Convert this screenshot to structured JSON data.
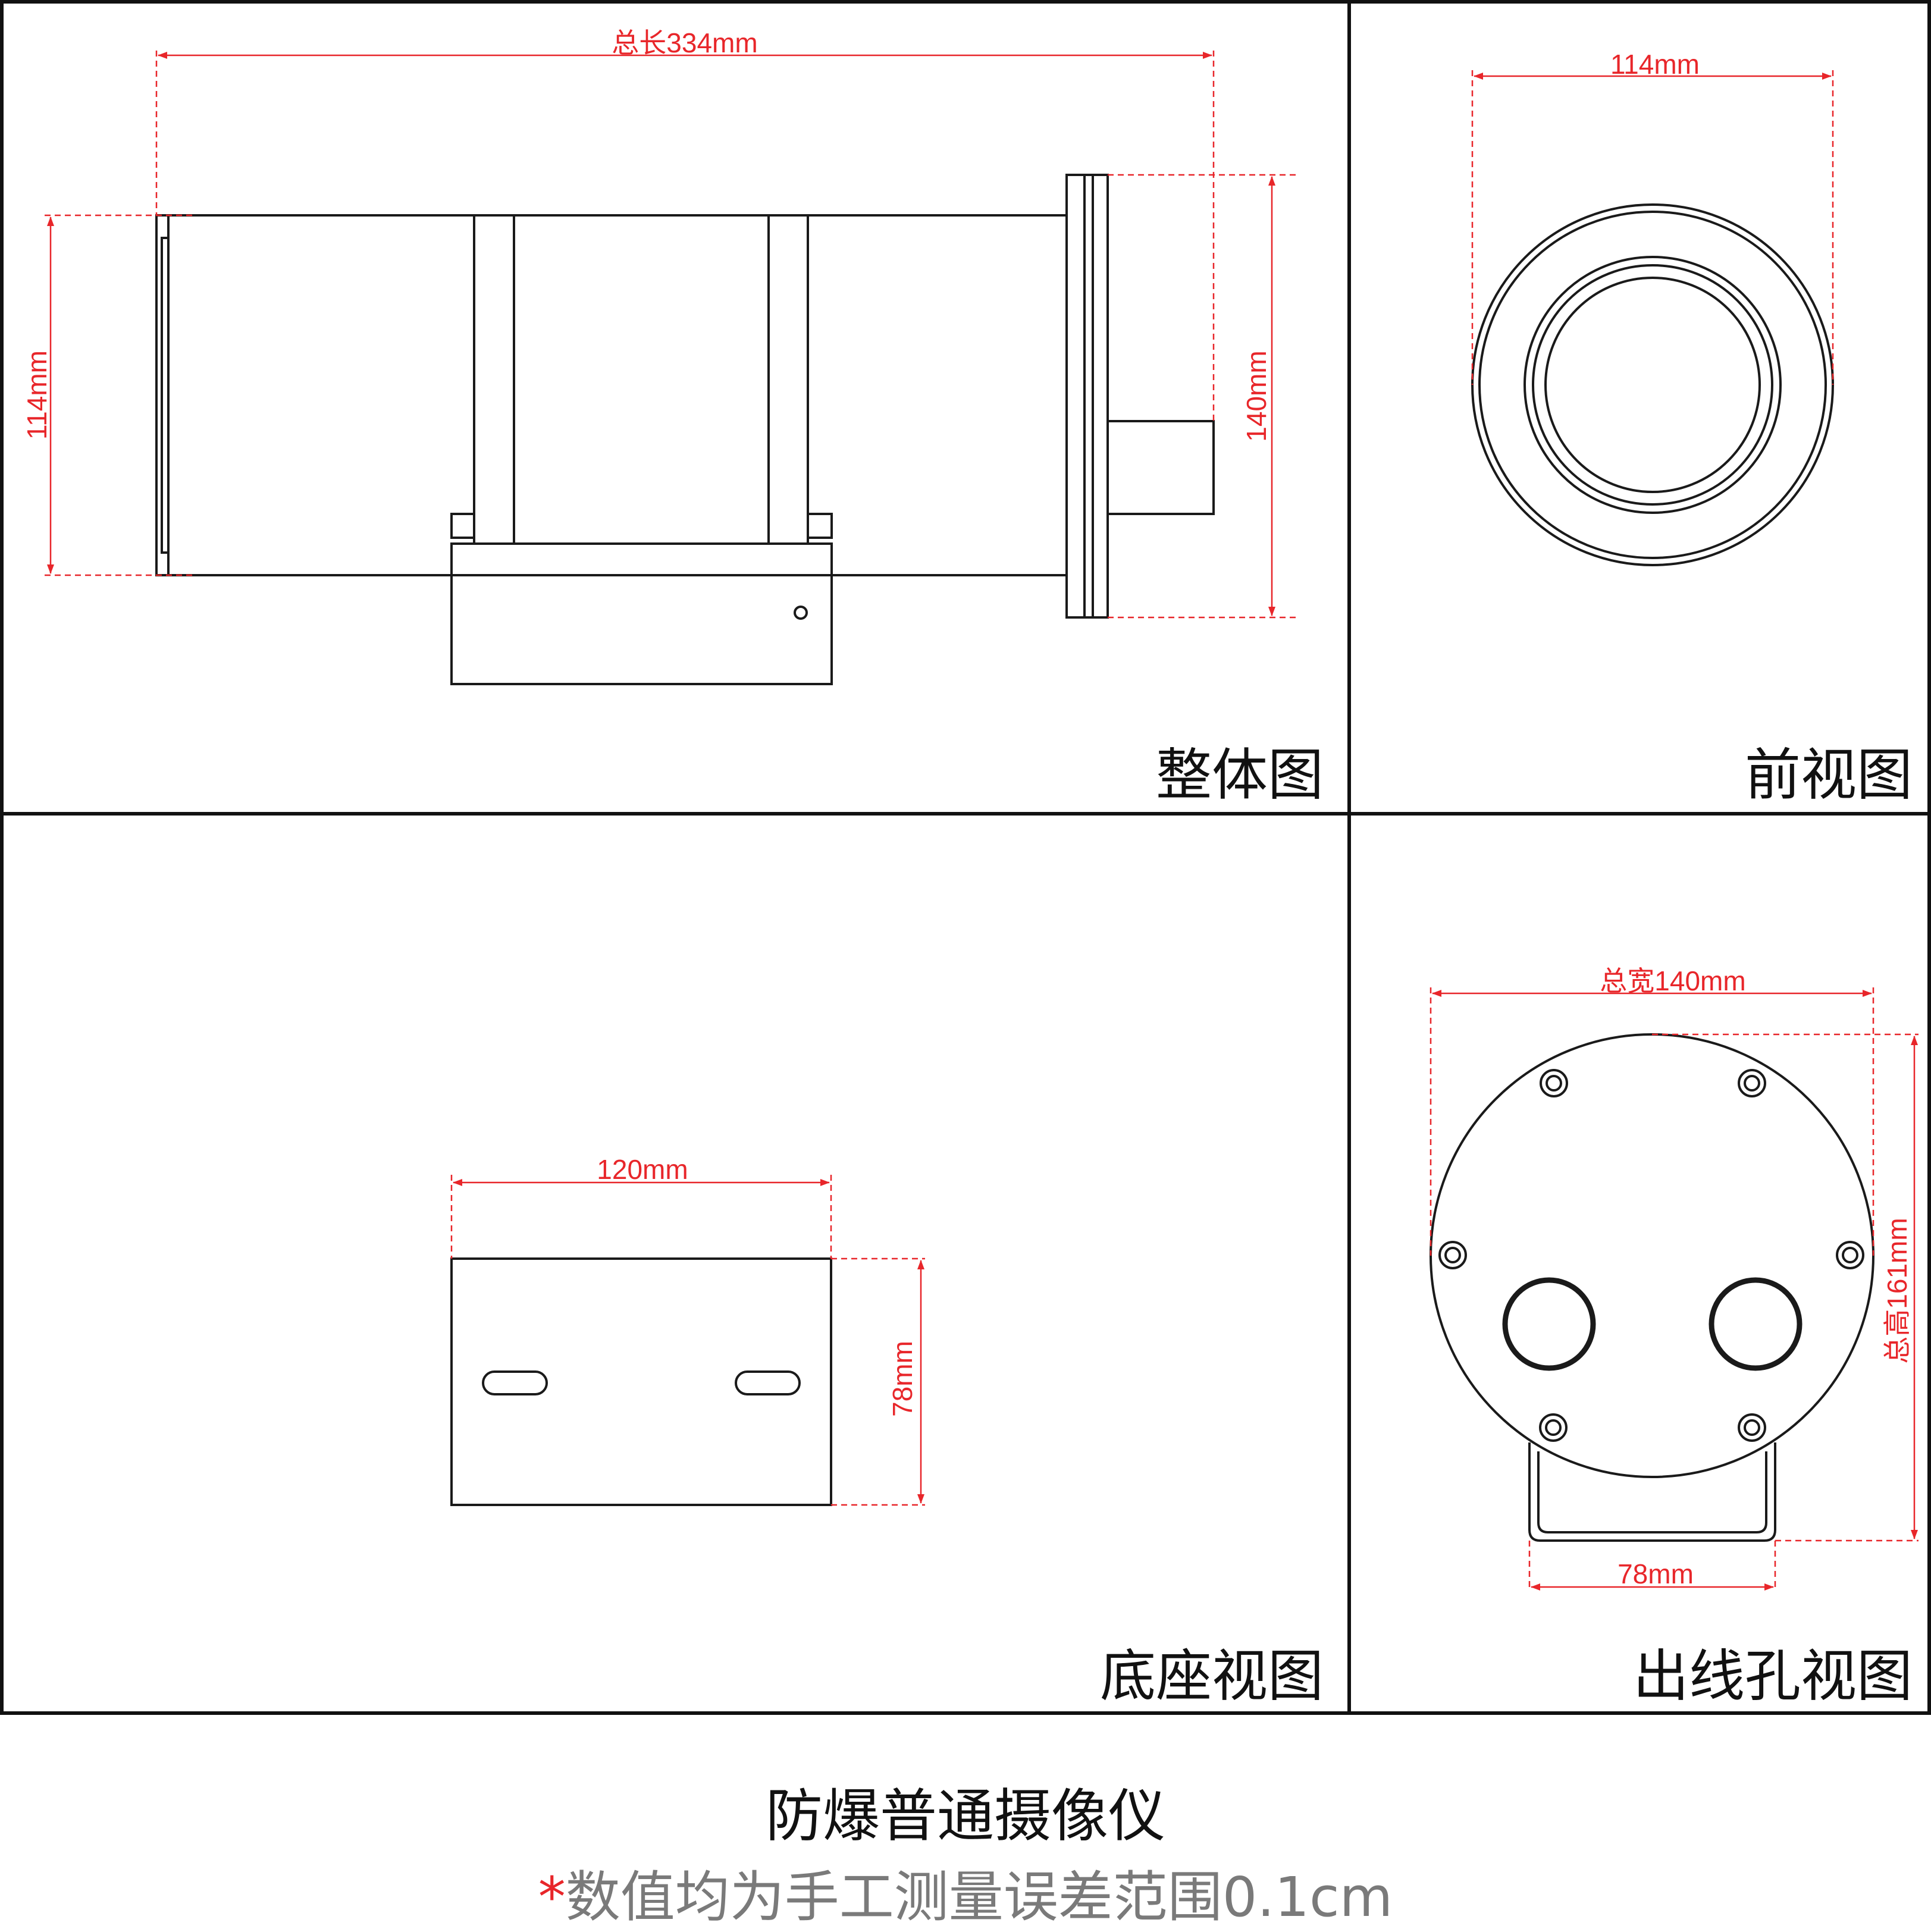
{
  "panels": {
    "overall": {
      "title": "整体图",
      "dim_length": "总长334mm",
      "dim_body_height": "114mm",
      "dim_flange_height": "140mm"
    },
    "front": {
      "title": "前视图",
      "dim_diameter": "114mm"
    },
    "base": {
      "title": "底座视图",
      "dim_width": "120mm",
      "dim_depth": "78mm"
    },
    "outlet": {
      "title": "出线孔视图",
      "dim_total_width": "总宽140mm",
      "dim_total_height": "总高161mm",
      "dim_bracket_width": "78mm"
    }
  },
  "caption": {
    "title": "防爆普通摄像仪",
    "note_star": "*",
    "note": "数值均为手工测量误差范围0.1cm"
  },
  "colors": {
    "dimension": "#e8262a",
    "line": "#1a1a1a",
    "note_text": "#7a7a7a"
  }
}
